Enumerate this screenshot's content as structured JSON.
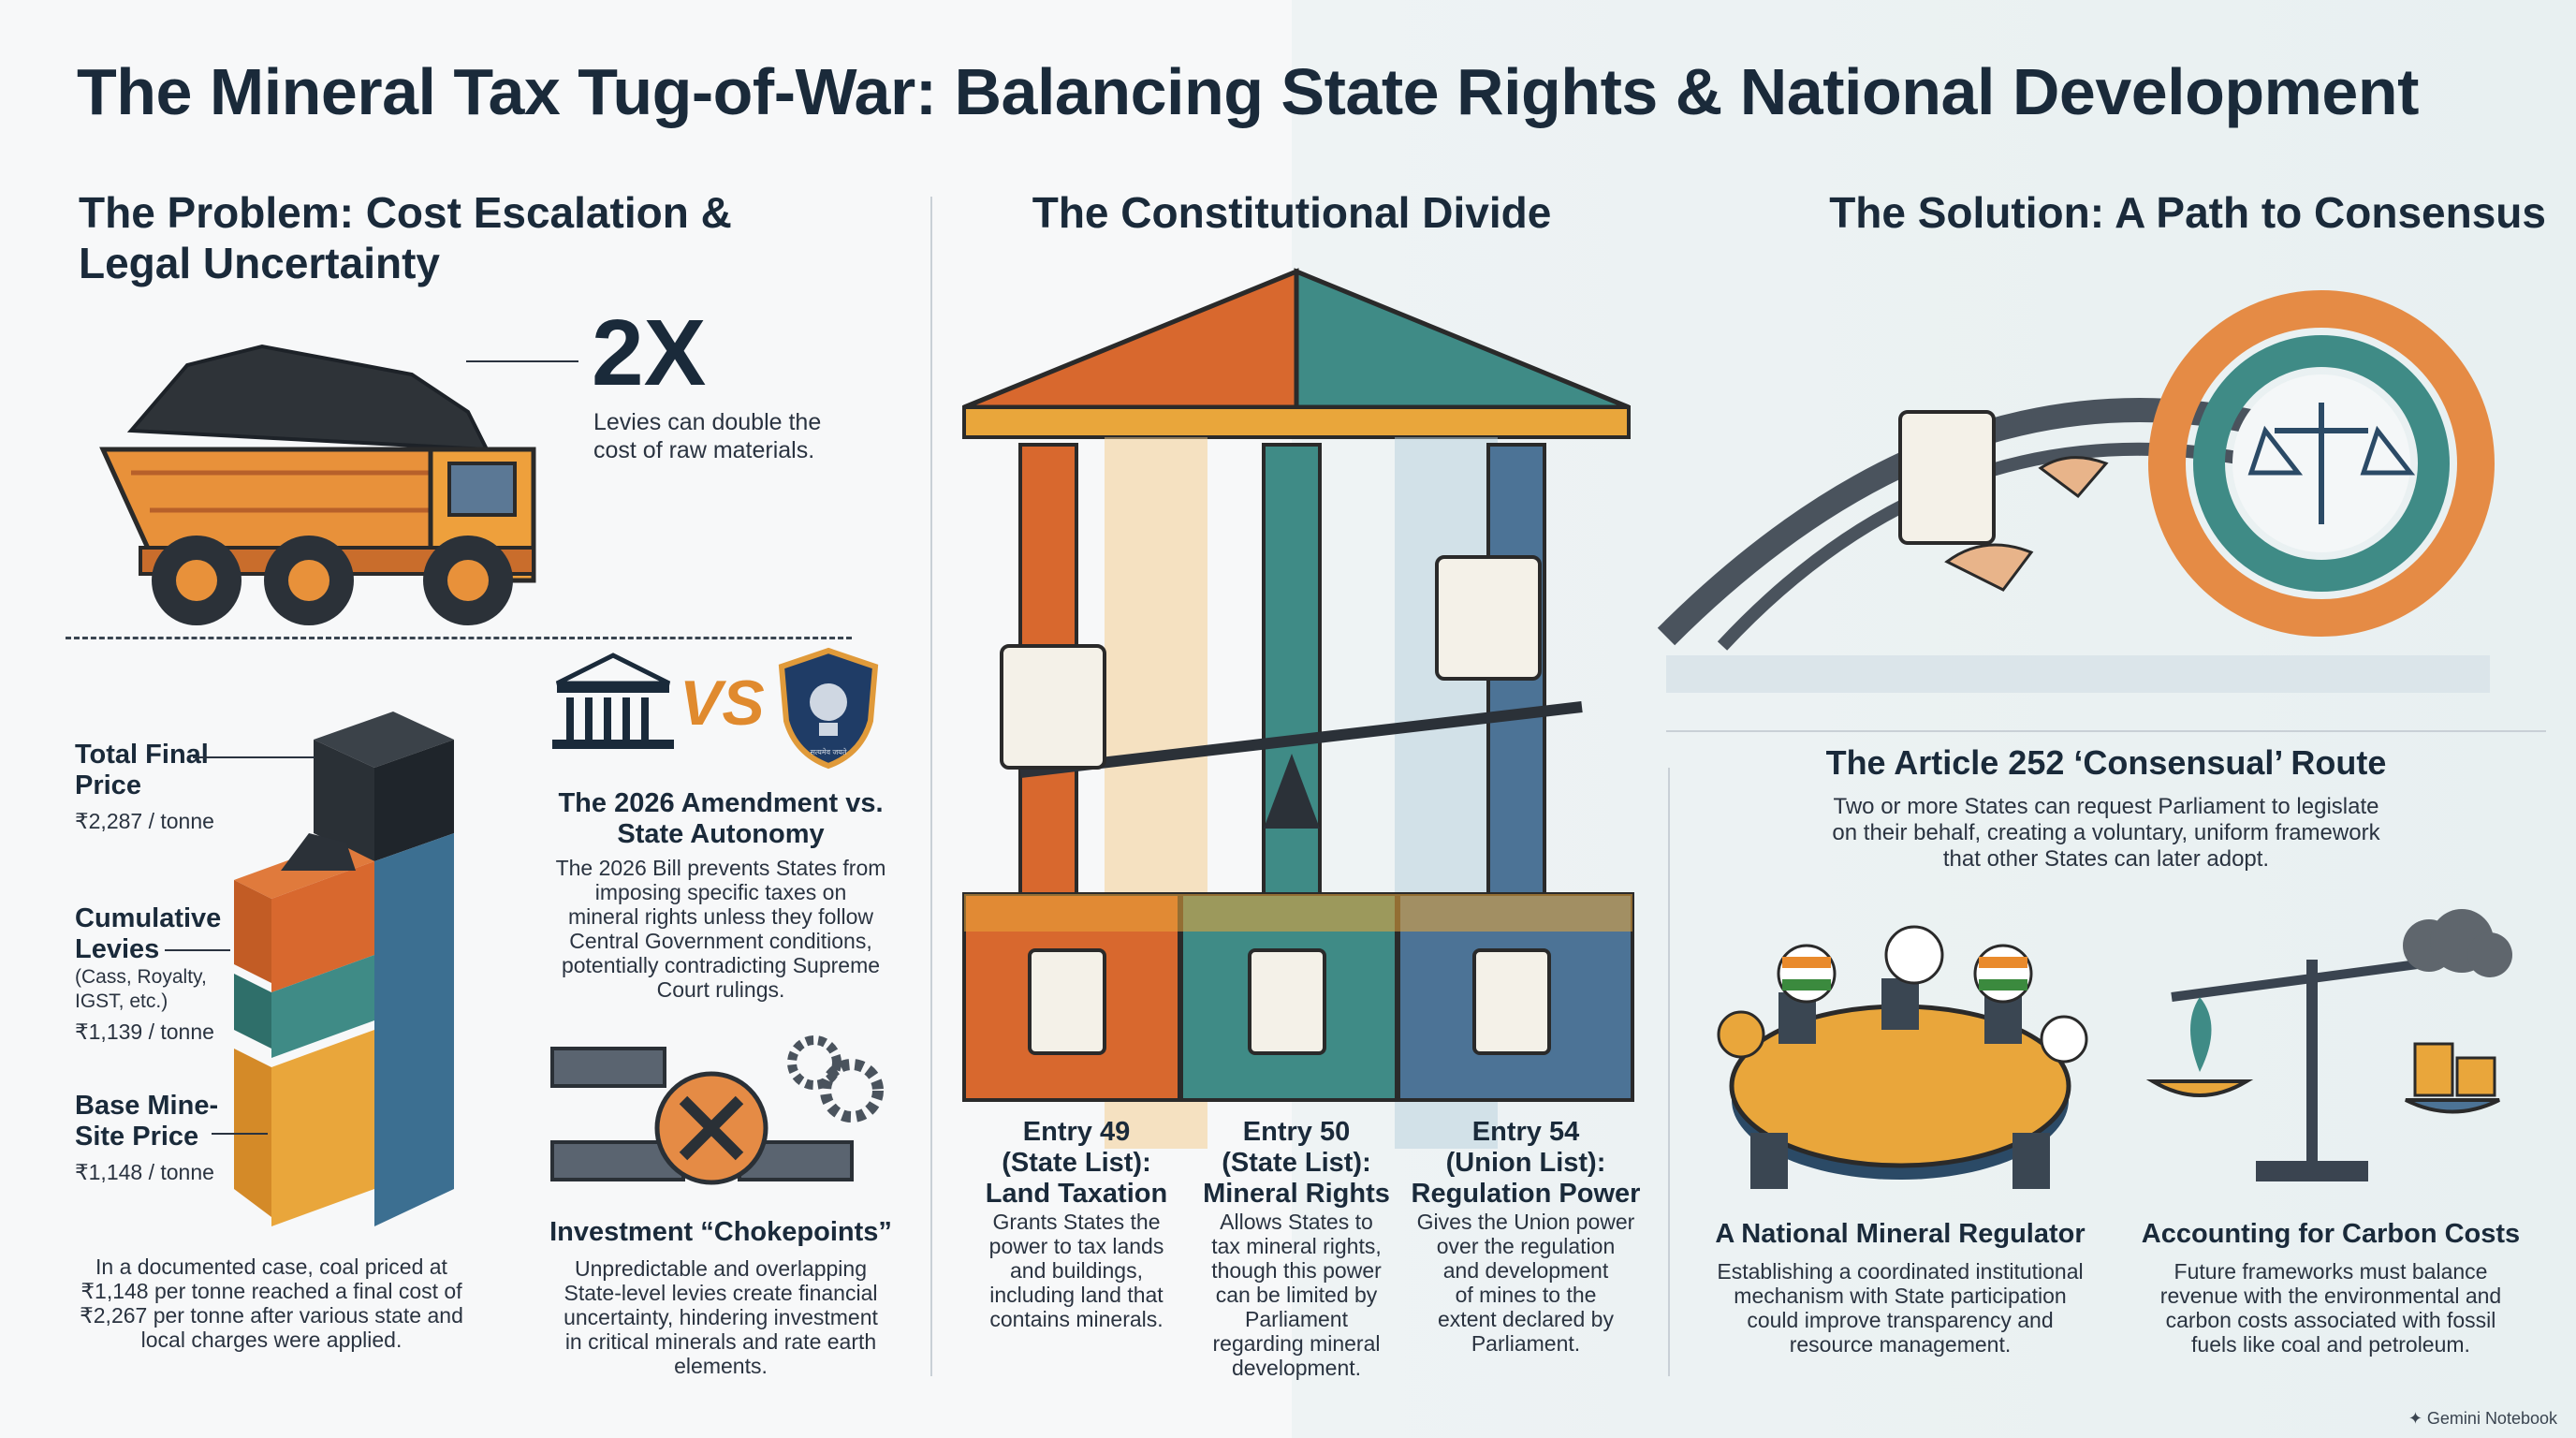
{
  "title": "The Mineral Tax Tug-of-War: Balancing State Rights & National Development",
  "problem": {
    "heading_line1": "The Problem: Cost Escalation &",
    "heading_line2": "Legal Uncertainty",
    "stat": "2X",
    "stat_line1": "Levies can double the",
    "stat_line2": "cost of raw materials.",
    "stack": {
      "total_label1": "Total Final",
      "total_label2": "Price",
      "total_value": "₹2,287 / tonne",
      "cum_label1": "Cumulative",
      "cum_label2": "Levies",
      "cum_sub1": "(Cass, Royalty,",
      "cum_sub2": "IGST, etc.)",
      "cum_value": "₹1,139 / tonne",
      "base_label1": "Base Mine-",
      "base_label2": "Site Price",
      "base_value": "₹1,148 / tonne"
    },
    "case": [
      "In a documented case, coal priced at",
      "₹1,148 per tonne reached a final cost of",
      "₹2,267 per tonne after various state and",
      "local charges were applied."
    ],
    "vs_text": "VS",
    "emblem_text": "सत्यमेव जयते",
    "amendment_title1": "The 2026 Amendment vs.",
    "amendment_title2": "State Autonomy",
    "amendment_body": [
      "The 2026 Bill prevents States from",
      "imposing specific taxes on",
      "mineral rights unless they follow",
      "Central Government conditions,",
      "potentially contradicting Supreme",
      "Court rulings."
    ],
    "choke_title": "Investment “Chokepoints”",
    "choke_body": [
      "Unpredictable and overlapping",
      "State-level levies create financial",
      "uncertainty, hindering investment",
      "in critical minerals and rate earth",
      "elements."
    ]
  },
  "divide": {
    "heading": "The Constitutional Divide",
    "entries": [
      {
        "t1": "Entry 49",
        "t2": "(State List):",
        "t3": "Land Taxation",
        "body": [
          "Grants States the",
          "power to tax lands",
          "and buildings,",
          "including land that",
          "contains minerals."
        ]
      },
      {
        "t1": "Entry 50",
        "t2": "(State List):",
        "t3": "Mineral Rights",
        "body": [
          "Allows States to",
          "tax mineral rights,",
          "though this power",
          "can be limited by",
          "Parliament",
          "regarding mineral",
          "development."
        ]
      },
      {
        "t1": "Entry 54",
        "t2": "(Union List):",
        "t3": "Regulation Power",
        "body": [
          "Gives the Union power",
          "over the regulation",
          "and development",
          "of mines to the",
          "extent declared by",
          "Parliament."
        ]
      }
    ]
  },
  "solution": {
    "heading": "The Solution: A Path to Consensus",
    "route_title": "The Article 252 ‘Consensual’ Route",
    "route_body": [
      "Two or more States can request Parliament to legislate",
      "on their behalf, creating a voluntary, uniform framework",
      "that other States can later adopt."
    ],
    "regulator_title": "A National Mineral Regulator",
    "regulator_body": [
      "Establishing a coordinated institutional",
      "mechanism with State participation",
      "could improve transparency and",
      "resource management."
    ],
    "carbon_title": "Accounting for Carbon Costs",
    "carbon_body": [
      "Future frameworks must balance",
      "revenue with the environmental and",
      "carbon costs associated with fossil",
      "fuels like coal and petroleum."
    ]
  },
  "footer": "Gemini Notebook",
  "colors": {
    "orange": "#d8682e",
    "amber": "#e9a63b",
    "teal": "#3f8b86",
    "steel": "#4c7396",
    "dark": "#2b3138",
    "navy": "#1a2a3a"
  }
}
